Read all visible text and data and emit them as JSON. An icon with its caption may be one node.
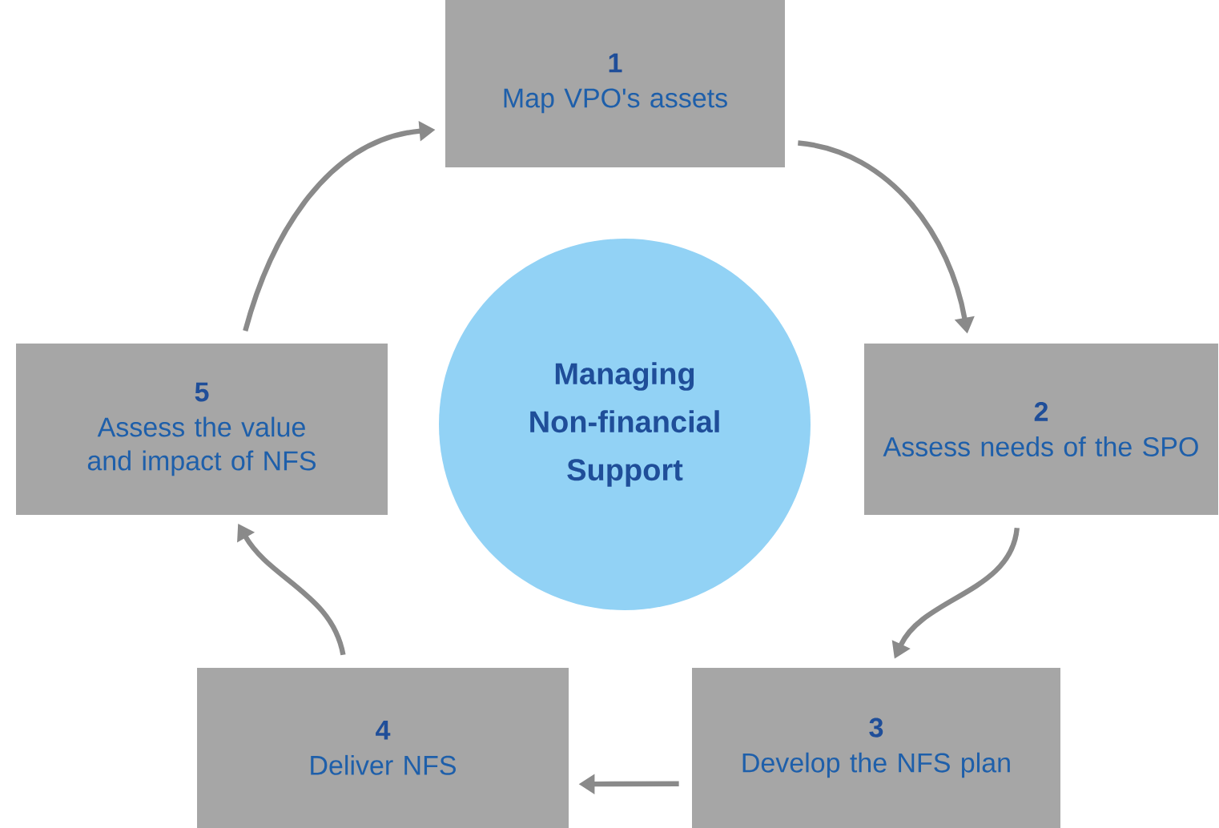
{
  "diagram": {
    "nodes": [
      {
        "text": [
          "1",
          "Map VPO's assets"
        ]
      },
      {
        "text": [
          "2",
          "Assess needs of the SPO"
        ]
      },
      {
        "text": [
          "3",
          "Develop the NFS plan"
        ]
      },
      {
        "text": [
          "4",
          "Deliver NFS"
        ]
      },
      {
        "text": [
          "5",
          "Assess the value and impact of NFS"
        ]
      },
      {
        "text": [
          "Managing Non-financial Support"
        ]
      }
    ],
    "edges": [
      {
        "from": 0,
        "to": 1,
        "arrow": "to"
      },
      {
        "from": 1,
        "to": 2,
        "arrow": "to"
      },
      {
        "from": 2,
        "to": 3,
        "arrow": "to"
      },
      {
        "from": 3,
        "to": 4,
        "arrow": "to"
      },
      {
        "from": 4,
        "to": 0,
        "arrow": "to"
      }
    ]
  }
}
